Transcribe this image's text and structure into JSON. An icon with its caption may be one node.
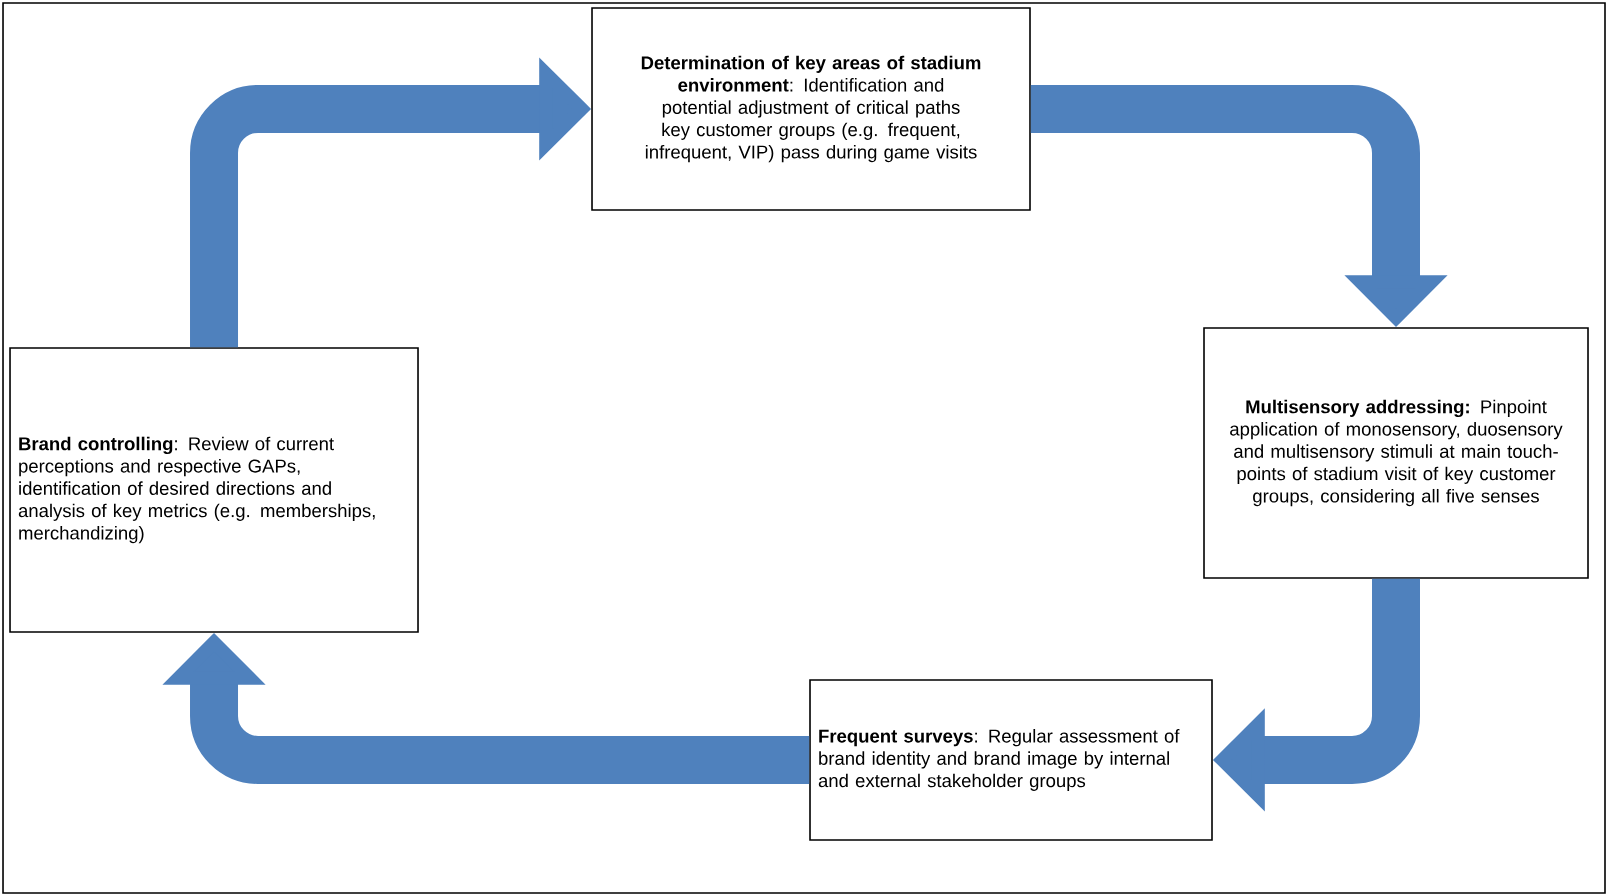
{
  "diagram": {
    "nodes": [
      {
        "text": [
          "**Determination of key areas of stadium environment**: Identification and potential adjustment of critical paths key customer groups (e.g. frequent, infrequent, VIP) pass during game visits"
        ]
      },
      {
        "text": [
          "**Multisensory addressing:** Pinpoint application of monosensory, duosensory and multisensory stimuli at main touch-points of stadium visit of key customer groups, considering all five senses"
        ]
      },
      {
        "text": [
          "**Frequent surveys**: Regular assessment of brand identity and brand image by internal and external stakeholder groups"
        ]
      },
      {
        "text": [
          "**Brand controlling**: Review of current perceptions and respective GAPs, identification of desired directions and analysis of key metrics (e.g. memberships, merchandizing)"
        ]
      }
    ],
    "edges": [
      {
        "from": 0,
        "to": 1,
        "arrow": "to"
      },
      {
        "from": 1,
        "to": 2,
        "arrow": "to"
      },
      {
        "from": 2,
        "to": 3,
        "arrow": "to"
      },
      {
        "from": 3,
        "to": 0,
        "arrow": "to"
      }
    ]
  }
}
